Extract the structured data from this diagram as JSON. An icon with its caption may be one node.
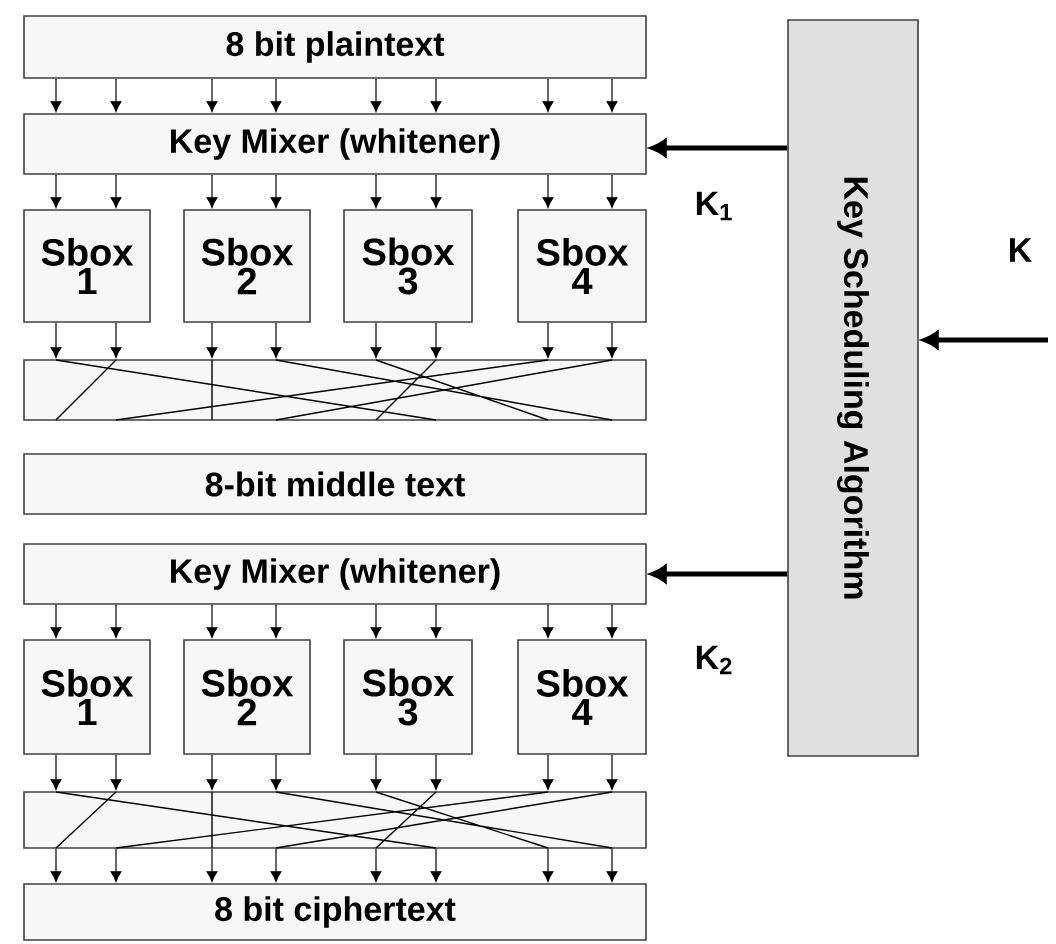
{
  "diagram": {
    "nodes": [
      {
        "text": [
          "8 bit plaintext"
        ]
      },
      {
        "text": [
          "Key Mixer (whitener)"
        ]
      },
      {
        "text": [
          "Sbox 1"
        ]
      },
      {
        "text": [
          "Sbox 2"
        ]
      },
      {
        "text": [
          "Sbox 3"
        ]
      },
      {
        "text": [
          "Sbox 4"
        ]
      },
      {
        "text": [],
        "shape": "box"
      },
      {
        "text": [
          "8-bit middle text"
        ]
      },
      {
        "text": [
          "Key Mixer (whitener)"
        ]
      },
      {
        "text": [
          "Sbox 1"
        ]
      },
      {
        "text": [
          "Sbox 2"
        ]
      },
      {
        "text": [
          "Sbox 3"
        ]
      },
      {
        "text": [
          "Sbox 4"
        ]
      },
      {
        "text": [],
        "shape": "box"
      },
      {
        "text": [
          "8 bit ciphertext"
        ]
      },
      {
        "text": [
          "Key Scheduling Algorithm"
        ]
      }
    ],
    "edges": [
      {
        "from": 0,
        "to": 1,
        "arrow": "to"
      },
      {
        "from": 0,
        "to": 1,
        "arrow": "to"
      },
      {
        "from": 0,
        "to": 1,
        "arrow": "to"
      },
      {
        "from": 0,
        "to": 1,
        "arrow": "to"
      },
      {
        "from": 0,
        "to": 1,
        "arrow": "to"
      },
      {
        "from": 0,
        "to": 1,
        "arrow": "to"
      },
      {
        "from": 0,
        "to": 1,
        "arrow": "to"
      },
      {
        "from": 0,
        "to": 1,
        "arrow": "to"
      },
      {
        "from": 1,
        "to": 2,
        "arrow": "to"
      },
      {
        "from": 1,
        "to": 2,
        "arrow": "to"
      },
      {
        "from": 1,
        "to": 3,
        "arrow": "to"
      },
      {
        "from": 1,
        "to": 3,
        "arrow": "to"
      },
      {
        "from": 1,
        "to": 4,
        "arrow": "to"
      },
      {
        "from": 1,
        "to": 4,
        "arrow": "to"
      },
      {
        "from": 1,
        "to": 5,
        "arrow": "to"
      },
      {
        "from": 1,
        "to": 5,
        "arrow": "to"
      },
      {
        "from": 2,
        "to": 6,
        "arrow": "to"
      },
      {
        "from": 2,
        "to": 6,
        "arrow": "to"
      },
      {
        "from": 3,
        "to": 6,
        "arrow": "to"
      },
      {
        "from": 3,
        "to": 6,
        "arrow": "to"
      },
      {
        "from": 4,
        "to": 6,
        "arrow": "to"
      },
      {
        "from": 4,
        "to": 6,
        "arrow": "to"
      },
      {
        "from": 5,
        "to": 6,
        "arrow": "to"
      },
      {
        "from": 5,
        "to": 6,
        "arrow": "to"
      },
      {
        "from": 8,
        "to": 9,
        "arrow": "to"
      },
      {
        "from": 8,
        "to": 9,
        "arrow": "to"
      },
      {
        "from": 8,
        "to": 10,
        "arrow": "to"
      },
      {
        "from": 8,
        "to": 10,
        "arrow": "to"
      },
      {
        "from": 8,
        "to": 11,
        "arrow": "to"
      },
      {
        "from": 8,
        "to": 11,
        "arrow": "to"
      },
      {
        "from": 8,
        "to": 12,
        "arrow": "to"
      },
      {
        "from": 8,
        "to": 12,
        "arrow": "to"
      },
      {
        "from": 9,
        "to": 13,
        "arrow": "to"
      },
      {
        "from": 9,
        "to": 13,
        "arrow": "to"
      },
      {
        "from": 10,
        "to": 13,
        "arrow": "to"
      },
      {
        "from": 10,
        "to": 13,
        "arrow": "to"
      },
      {
        "from": 11,
        "to": 13,
        "arrow": "to"
      },
      {
        "from": 11,
        "to": 13,
        "arrow": "to"
      },
      {
        "from": 12,
        "to": 13,
        "arrow": "to"
      },
      {
        "from": 12,
        "to": 13,
        "arrow": "to"
      },
      {
        "from": 13,
        "to": 14,
        "arrow": "to"
      },
      {
        "from": 13,
        "to": 14,
        "arrow": "to"
      },
      {
        "from": 13,
        "to": 14,
        "arrow": "to"
      },
      {
        "from": 13,
        "to": 14,
        "arrow": "to"
      },
      {
        "from": 13,
        "to": 14,
        "arrow": "to"
      },
      {
        "from": 13,
        "to": 14,
        "arrow": "to"
      },
      {
        "from": 13,
        "to": 14,
        "arrow": "to"
      },
      {
        "from": 13,
        "to": 14,
        "arrow": "to"
      },
      {
        "from": 15,
        "to": 1,
        "arrow": "to",
        "label": "K$_{1}$",
        "style": "thick"
      },
      {
        "from": 15,
        "to": 8,
        "arrow": "to",
        "label": "K$_{2}$",
        "style": "thick"
      },
      {
        "from": null,
        "to": 15,
        "arrow": "to",
        "label": "K",
        "style": "thick"
      }
    ]
  }
}
